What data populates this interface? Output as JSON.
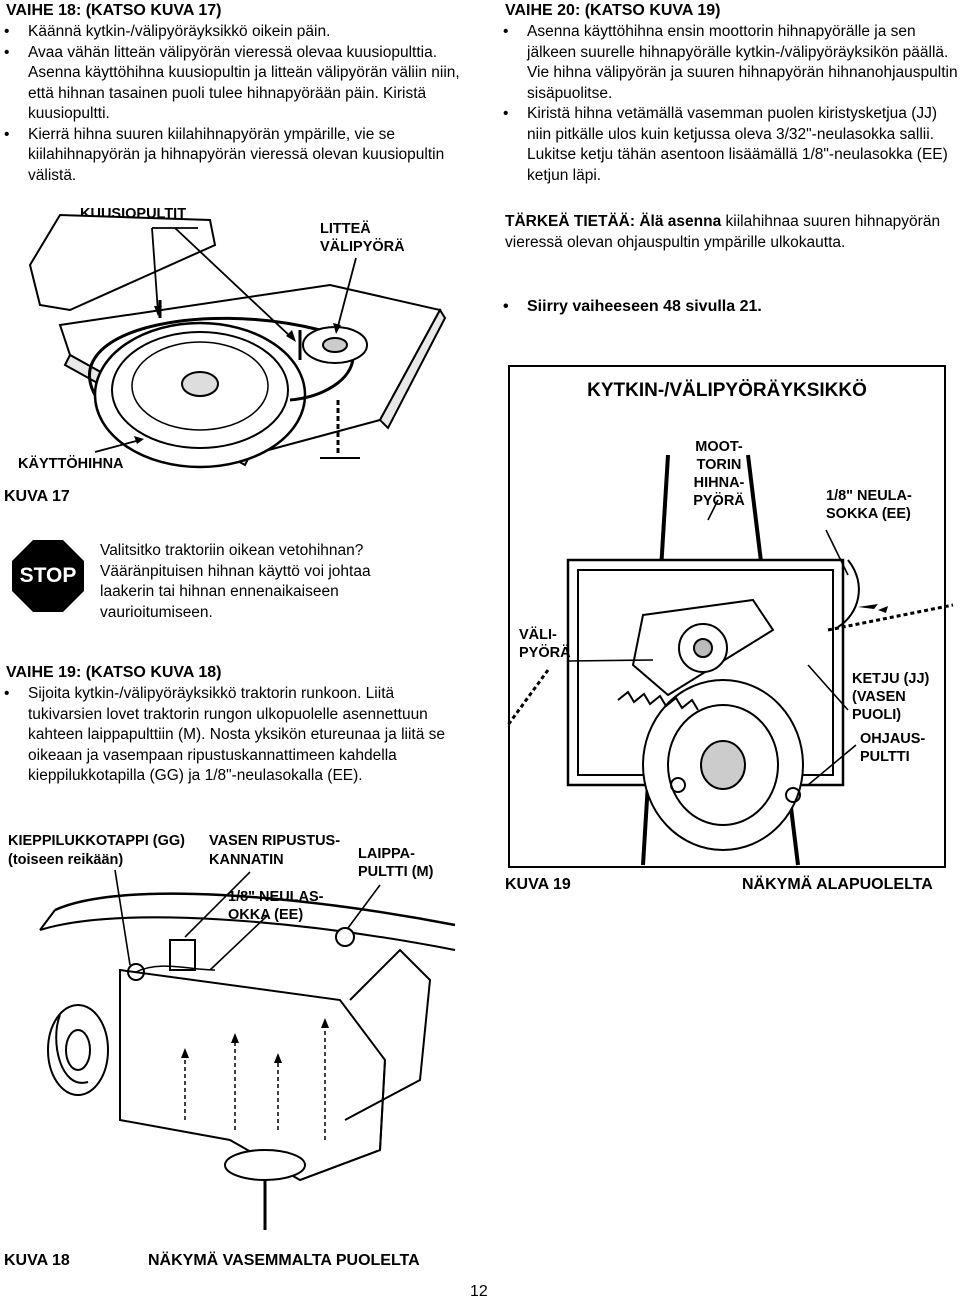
{
  "step18": {
    "heading": "VAIHE 18: (KATSO KUVA 17)",
    "bullets": [
      "Käännä kytkin-/välipyöräyksikkö oikein päin.",
      "Avaa vähän litteän välipyörän vieressä olevaa kuusiopulttia. Asenna käyttöhihna kuusiopultin ja litteän välipyörän väliin niin, että hihnan tasainen puoli tulee hihnapyörään päin. Kiristä kuusiopultti.",
      "Kierrä hihna suuren kiilahihnapyörän ympärille, vie se kiilahihnapyörän ja hihnapyörän vieressä olevan kuusiopultin välistä."
    ]
  },
  "fig17": {
    "label_hex_bolts": "KUUSIOPULTIT",
    "label_flat_idler": "LITTEÄ VÄLIPYÖRÄ",
    "label_drive_belt": "KÄYTTÖHIHNA",
    "caption": "KUVA 17"
  },
  "stop": {
    "sign": "STOP",
    "text": "Valitsitko traktoriin oikean vetohihnan? Vääränpituisen hihnan käyttö voi johtaa laakerin tai hihnan ennenaikaiseen vaurioitumiseen."
  },
  "step19": {
    "heading": "VAIHE 19: (KATSO KUVA 18)",
    "bullets": [
      "Sijoita kytkin-/välipyöräyksikkö traktorin runkoon. Liitä tukivarsien lovet traktorin rungon ulkopuolelle asennettuun kahteen laippapulttiin (M). Nosta yksikön etureunaa ja liitä se oikeaan ja vasempaan ripustuskannattimeen kahdella kieppilukkotapilla (GG) ja 1/8\"-neulasokalla (EE)."
    ]
  },
  "fig18": {
    "label_pin_1": "KIEPPILUKKOTAPPI (GG)",
    "label_pin_2": "(toiseen reikään)",
    "label_bracket_1": "VASEN RIPUSTUS-",
    "label_bracket_2": "KANNATIN",
    "label_flange_1": "LAIPPA-",
    "label_flange_2": "PULTTI (M)",
    "label_cotter_1": "1/8\" NEULAS-",
    "label_cotter_2": "OKKA (EE)",
    "caption": "KUVA 18",
    "view": "NÄKYMÄ VASEMMALTA PUOLELTA"
  },
  "step20": {
    "heading": "VAIHE 20: (KATSO KUVA 19)",
    "bullets": [
      "Asenna käyttöhihna ensin moottorin hihnapyörälle ja sen jälkeen suurelle hihnapyörälle kytkin-/välipyöräyksikön päällä. Vie hihna välipyörän ja suuren hihnapyörän hihnanohjauspultin sisäpuolitse.",
      "Kiristä hihna vetämällä vasemman puolen kiristysketjua (JJ) niin pitkälle ulos kuin ketjussa oleva 3/32\"-neulasokka sallii. Lukitse ketju tähän asentoon lisäämällä 1/8\"-neulasokka (EE) ketjun läpi."
    ],
    "important_lead": "TÄRKEÄ TIETÄÄ:",
    "important_emph": "Älä asenna",
    "important_rest": " kiilahihnaa suuren hihnapyörän vieressä olevan ohjauspultin ympärille ulkokautta.",
    "goto": "Siirry vaiheeseen 48 sivulla 21."
  },
  "fig19": {
    "title": "KYTKIN-/VÄLIPYÖRÄYKSIKKÖ",
    "engine_pulley": [
      "MOOT-",
      "TORIN",
      "HIHNA-",
      "PYÖRÄ"
    ],
    "cotter": [
      "1/8\" NEULA-",
      "SOKKA (EE)"
    ],
    "idler": [
      "VÄLI-",
      "PYÖRÄ"
    ],
    "chain": [
      "KETJU (JJ)",
      "(VASEN",
      "PUOLI)"
    ],
    "guide": [
      "OHJAUS-",
      "PULTTI"
    ],
    "caption": "KUVA 19",
    "view": "NÄKYMÄ ALAPUOLELTA"
  },
  "page_number": "12"
}
